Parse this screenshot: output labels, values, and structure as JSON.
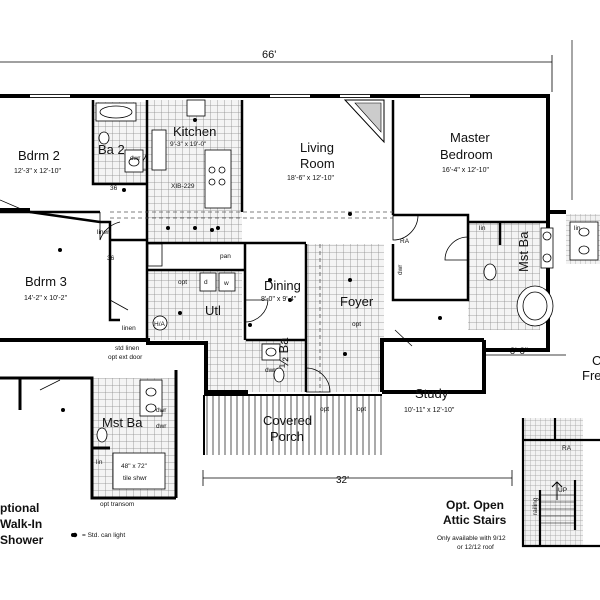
{
  "dimensions": {
    "overall_width": "66'",
    "porch_width": "32'",
    "side_offset": "8'-8\""
  },
  "rooms": {
    "bdrm2": {
      "name": "Bdrm 2",
      "size": "12'-3\" x 12'-10\""
    },
    "ba2": {
      "name": "Ba 2"
    },
    "kitchen": {
      "name": "Kitchen",
      "size": "9'-3\" x 19'-0\"",
      "note": "XIB-229"
    },
    "living_1": "Living",
    "living_2": "Room",
    "living_size": "18'-6\" x 12'-10\"",
    "master_1": "Master",
    "master_2": "Bedroom",
    "master_size": "16'-4\" x 12'-10\"",
    "bdrm3": {
      "name": "Bdrm 3",
      "size": "14'-2\" x 10'-2\""
    },
    "dining": {
      "name": "Dining",
      "size": "8'-0\" x 9'-4\""
    },
    "util": {
      "name": "Utl"
    },
    "foyer": {
      "name": "Foyer"
    },
    "half_bath": {
      "name": "½ Ba"
    },
    "mst_ba": {
      "name": "Mst Ba"
    },
    "study": {
      "name": "Study",
      "size": "10'-11\" x 12'-10\""
    },
    "porch_1": "Covered",
    "porch_2": "Porch"
  },
  "labels": {
    "pan": "pan",
    "linen": "linen",
    "lin": "lin",
    "dwr": "dwr",
    "ra": "RA",
    "hl": "H/A",
    "d": "d",
    "w": "w",
    "opt": "opt",
    "thirty_six": "36",
    "std_linen": "std linen",
    "opt_ext_door": "opt ext door",
    "up": "UP",
    "railing": "railing"
  },
  "inset_shower": {
    "room": "Mst Ba",
    "shower": "48\" x 72\"",
    "shower_2": "tile shwr",
    "transom": "opt transom",
    "title_1": "ptional",
    "title_2": "Walk-In",
    "title_3": "Shower"
  },
  "legend": {
    "text": "= Std. can light"
  },
  "attic": {
    "title_1": "Opt. Open",
    "title_2": "Attic Stairs",
    "note_1": "Only available with 9/12",
    "note_2": "or 12/12 roof"
  },
  "cutoff": {
    "c": "C",
    "fre": "Fre"
  },
  "colors": {
    "wall": "#000000",
    "tile": "#b9b9b9",
    "carpet": "#ffffff",
    "porch": "#cfcfcf"
  }
}
